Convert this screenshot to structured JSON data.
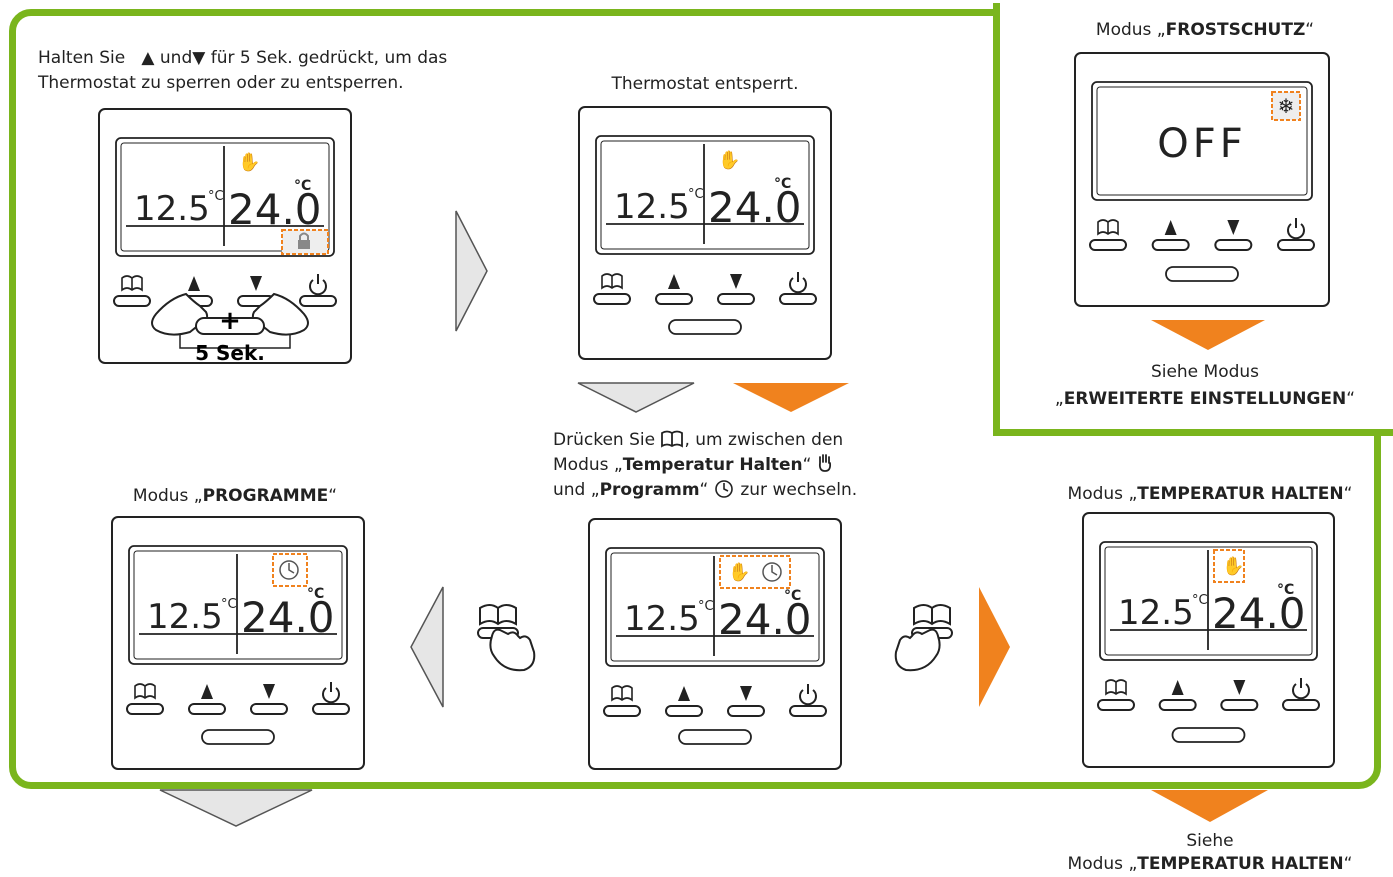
{
  "lock_instruction": {
    "prefix": "Halten Sie",
    "up": "▲",
    "und": "und",
    "down": "▼",
    "suffix": "für 5 Sek. gedrückt, um das",
    "line2": "Thermostat zu sperren oder zu entsperren."
  },
  "unlocked_caption": "Thermostat entsperrt.",
  "frost": {
    "title_prefix": "Modus „",
    "title_bold": "FROSTSCHUTZ",
    "title_suffix": "“",
    "display": "OFF",
    "see_line1": "Siehe Modus",
    "see_prefix": "„",
    "see_bold": "ERWEITERTE EINSTELLUNGEN",
    "see_suffix": "“"
  },
  "switch_instruction": {
    "l1_prefix": "Drücken Sie",
    "l1_suffix": ", um zwischen den",
    "l2_prefix": "Modus „",
    "l2_bold": "Temperatur Halten",
    "l2_suffix": "“",
    "l3_prefix": "und „",
    "l3_bold": "Programm",
    "l3_suffix": "“",
    "l3_end": "zur wechseln."
  },
  "programme_caption": {
    "prefix": "Modus „",
    "bold": "PROGRAMME",
    "suffix": "“"
  },
  "hold_caption": {
    "prefix": "Modus „",
    "bold": "TEMPERATUR HALTEN",
    "suffix": "“"
  },
  "bottom_right": {
    "line1": "Siehe",
    "prefix": "Modus „",
    "bold": "TEMPERATUR HALTEN",
    "suffix": "“"
  },
  "display": {
    "room_temp": "12.5",
    "set_temp": "24.0",
    "unit": "°C"
  },
  "duration_label": "5 Sek.",
  "plus": "+",
  "colors": {
    "green": "#7ab51d",
    "orange": "#f0821e",
    "gray_arrow": "#e6e6e6"
  }
}
